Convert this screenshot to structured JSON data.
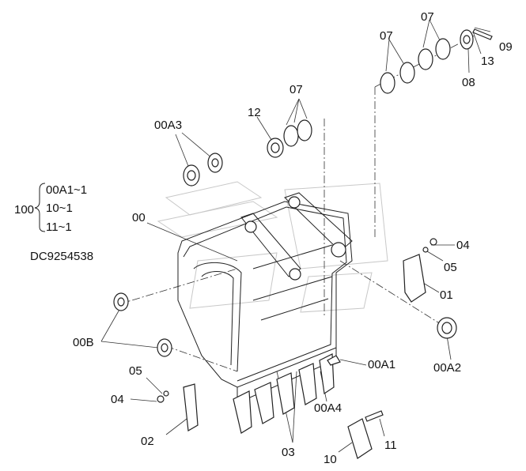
{
  "drawing_number": "DC9254538",
  "assembly": {
    "number": "100",
    "items": [
      "00A1~1",
      "10~1",
      "11~1"
    ]
  },
  "labels": {
    "l_07a": "07",
    "l_07b": "07",
    "l_07c": "07",
    "l_09": "09",
    "l_13": "13",
    "l_08": "08",
    "l_12": "12",
    "l_00a3": "00A3",
    "l_00": "00",
    "l_04a": "04",
    "l_05a": "05",
    "l_01": "01",
    "l_00b": "00B",
    "l_00a1": "00A1",
    "l_00a2": "00A2",
    "l_05b": "05",
    "l_04b": "04",
    "l_00a4": "00A4",
    "l_02": "02",
    "l_11": "11",
    "l_03": "03",
    "l_10": "10"
  }
}
